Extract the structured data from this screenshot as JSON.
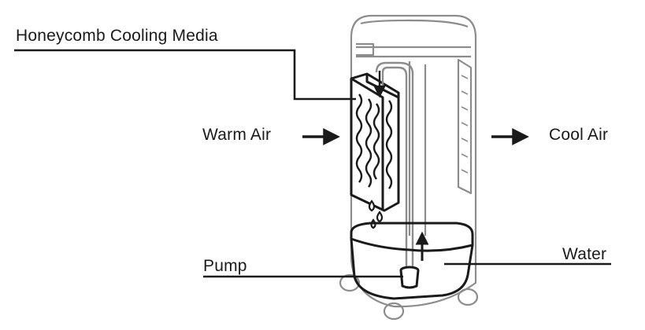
{
  "labels": {
    "media": "Honeycomb Cooling Media",
    "warm_air": "Warm Air",
    "cool_air": "Cool Air",
    "pump": "Pump",
    "water": "Water"
  },
  "colors": {
    "ink": "#1a1a1a",
    "faint": "#8c8c8c",
    "background": "#ffffff"
  },
  "icons": {
    "warm_air_arrow": "arrow-right-icon",
    "cool_air_arrow": "arrow-right-icon",
    "water_flow_arrow": "arrow-up-icon"
  }
}
